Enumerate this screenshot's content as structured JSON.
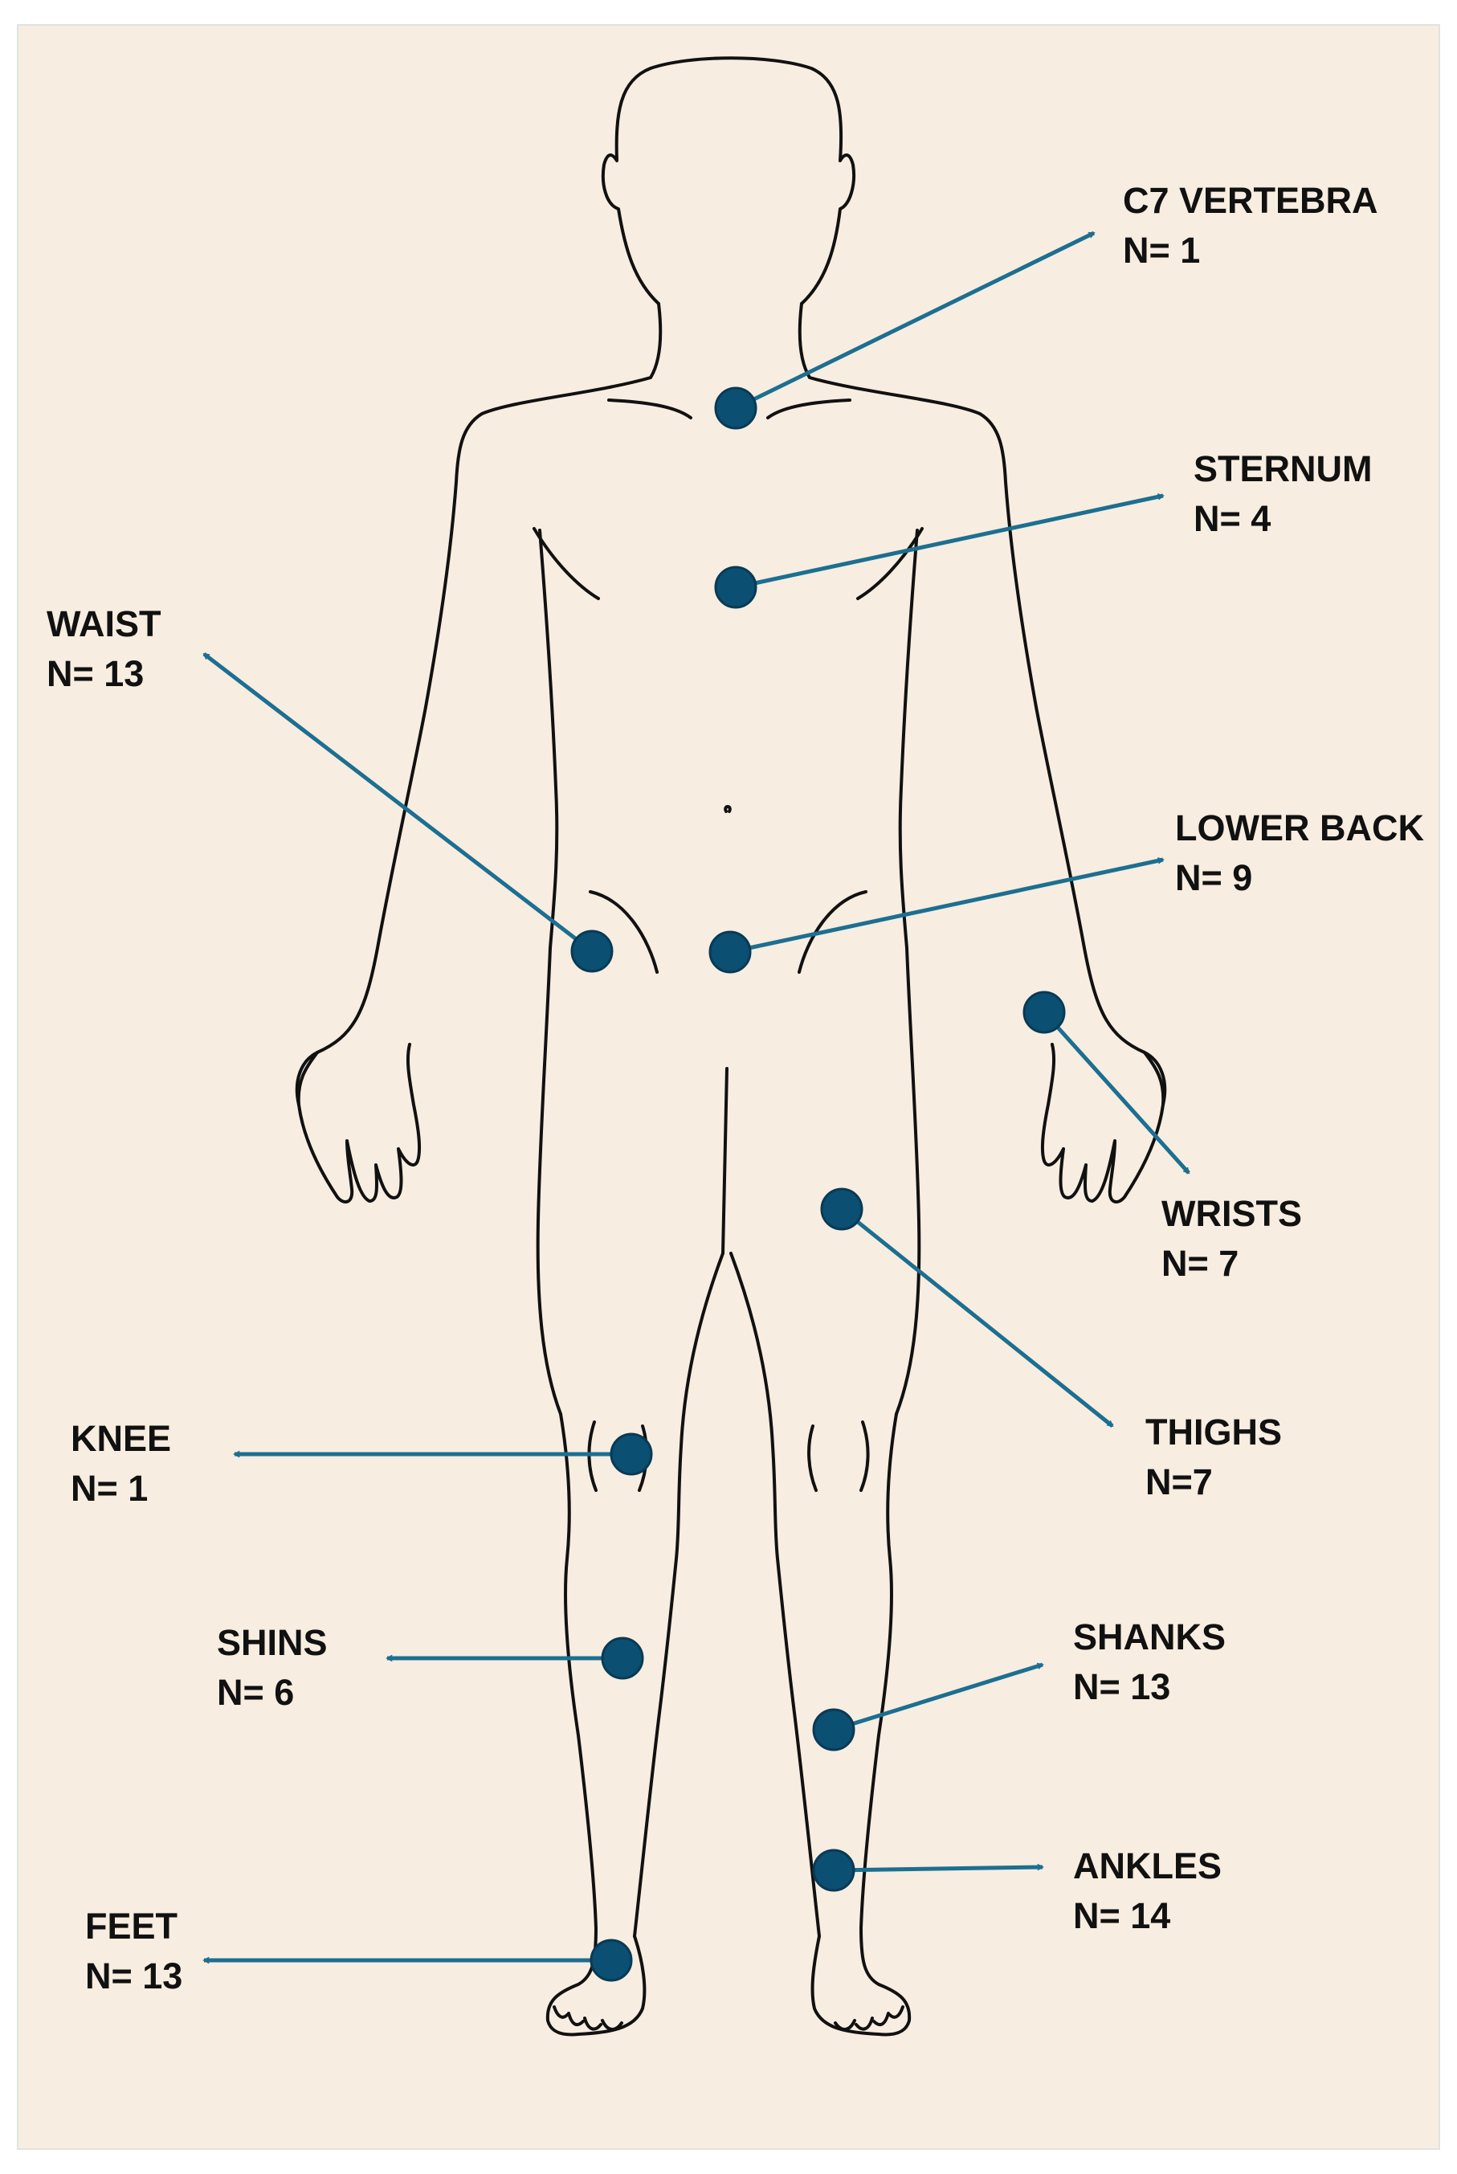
{
  "colors": {
    "background": "#f7ede0",
    "outline": "#111111",
    "arrow": "#1c6f91",
    "marker": "#0b4f72",
    "text": "#111111"
  },
  "sites": [
    {
      "id": "c7",
      "name": "C7 VERTEBRA",
      "count": "N= 1"
    },
    {
      "id": "sternum",
      "name": "STERNUM",
      "count": "N= 4"
    },
    {
      "id": "waist",
      "name": "WAIST",
      "count": "N= 13"
    },
    {
      "id": "lowerback",
      "name": "LOWER BACK",
      "count": "N= 9"
    },
    {
      "id": "wrists",
      "name": "WRISTS",
      "count": "N= 7"
    },
    {
      "id": "thighs",
      "name": "THIGHS",
      "count": "N=7"
    },
    {
      "id": "knee",
      "name": "KNEE",
      "count": "N= 1"
    },
    {
      "id": "shins",
      "name": "SHINS",
      "count": "N= 6"
    },
    {
      "id": "shanks",
      "name": "SHANKS",
      "count": "N= 13"
    },
    {
      "id": "ankles",
      "name": "ANKLES",
      "count": "N= 14"
    },
    {
      "id": "feet",
      "name": "FEET",
      "count": "N= 13"
    }
  ]
}
